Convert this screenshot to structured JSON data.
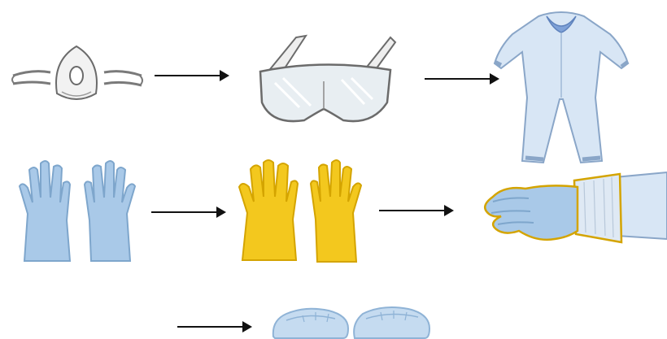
{
  "diagram": {
    "type": "ppe-donning-sequence",
    "rows": [
      {
        "items": [
          "respirator-mask",
          "safety-goggles",
          "protective-coverall"
        ]
      },
      {
        "items": [
          "inner-nitrile-gloves",
          "outer-yellow-gloves",
          "gloved-sleeve"
        ]
      },
      {
        "items": [
          "shoe-covers"
        ]
      }
    ],
    "colors": {
      "outline": "#6b6b6b",
      "mask_fill": "#f2f2f2",
      "goggles_lens": "#e8eef2",
      "coverall_fill": "#d8e6f5",
      "coverall_collar": "#7fa2d8",
      "glove_blue": "#a9c9e8",
      "glove_yellow": "#f3c81e",
      "arrow": "#111111"
    }
  }
}
